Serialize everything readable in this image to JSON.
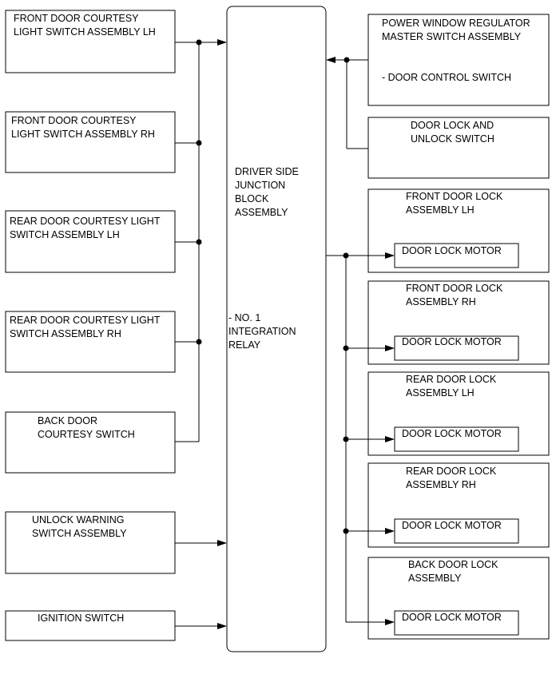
{
  "left_components": [
    {
      "id": "fd_lh",
      "lines": [
        "FRONT DOOR COURTESY",
        "LIGHT SWITCH ASSEMBLY LH"
      ]
    },
    {
      "id": "fd_rh",
      "lines": [
        "FRONT DOOR COURTESY",
        "LIGHT SWITCH ASSEMBLY RH"
      ]
    },
    {
      "id": "rd_lh",
      "lines": [
        "REAR DOOR COURTESY LIGHT",
        "SWITCH ASSEMBLY LH"
      ]
    },
    {
      "id": "rd_rh",
      "lines": [
        "REAR DOOR COURTESY LIGHT",
        "SWITCH ASSEMBLY RH"
      ]
    },
    {
      "id": "back_door",
      "lines": [
        "BACK DOOR",
        "COURTESY SWITCH"
      ]
    },
    {
      "id": "unlock_warning",
      "lines": [
        "UNLOCK WARNING",
        "SWITCH ASSEMBLY"
      ]
    },
    {
      "id": "ignition",
      "lines": [
        "IGNITION SWITCH"
      ]
    }
  ],
  "center_block": {
    "lines": [
      "DRIVER SIDE",
      "JUNCTION",
      "BLOCK",
      "ASSEMBLY"
    ],
    "sub_lines": [
      "- NO. 1",
      "INTEGRATION",
      "RELAY"
    ]
  },
  "right_inputs": [
    {
      "id": "pwr_master",
      "lines": [
        "POWER WINDOW REGULATOR",
        "MASTER SWITCH ASSEMBLY"
      ],
      "sub_line": "- DOOR CONTROL SWITCH"
    },
    {
      "id": "lock_switch",
      "lines": [
        "DOOR LOCK AND",
        "UNLOCK SWITCH"
      ]
    }
  ],
  "right_outputs": [
    {
      "id": "fdl_lh",
      "lines": [
        "FRONT DOOR LOCK",
        "ASSEMBLY LH"
      ],
      "motor": "DOOR LOCK MOTOR"
    },
    {
      "id": "fdl_rh",
      "lines": [
        "FRONT DOOR LOCK",
        "ASSEMBLY RH"
      ],
      "motor": "DOOR LOCK MOTOR"
    },
    {
      "id": "rdl_lh",
      "lines": [
        "REAR DOOR LOCK",
        "ASSEMBLY LH"
      ],
      "motor": "DOOR LOCK MOTOR"
    },
    {
      "id": "rdl_rh",
      "lines": [
        "REAR DOOR LOCK",
        "ASSEMBLY RH"
      ],
      "motor": "DOOR LOCK MOTOR"
    },
    {
      "id": "bdl",
      "lines": [
        "BACK DOOR LOCK",
        "ASSEMBLY"
      ],
      "motor": "DOOR LOCK MOTOR"
    }
  ]
}
